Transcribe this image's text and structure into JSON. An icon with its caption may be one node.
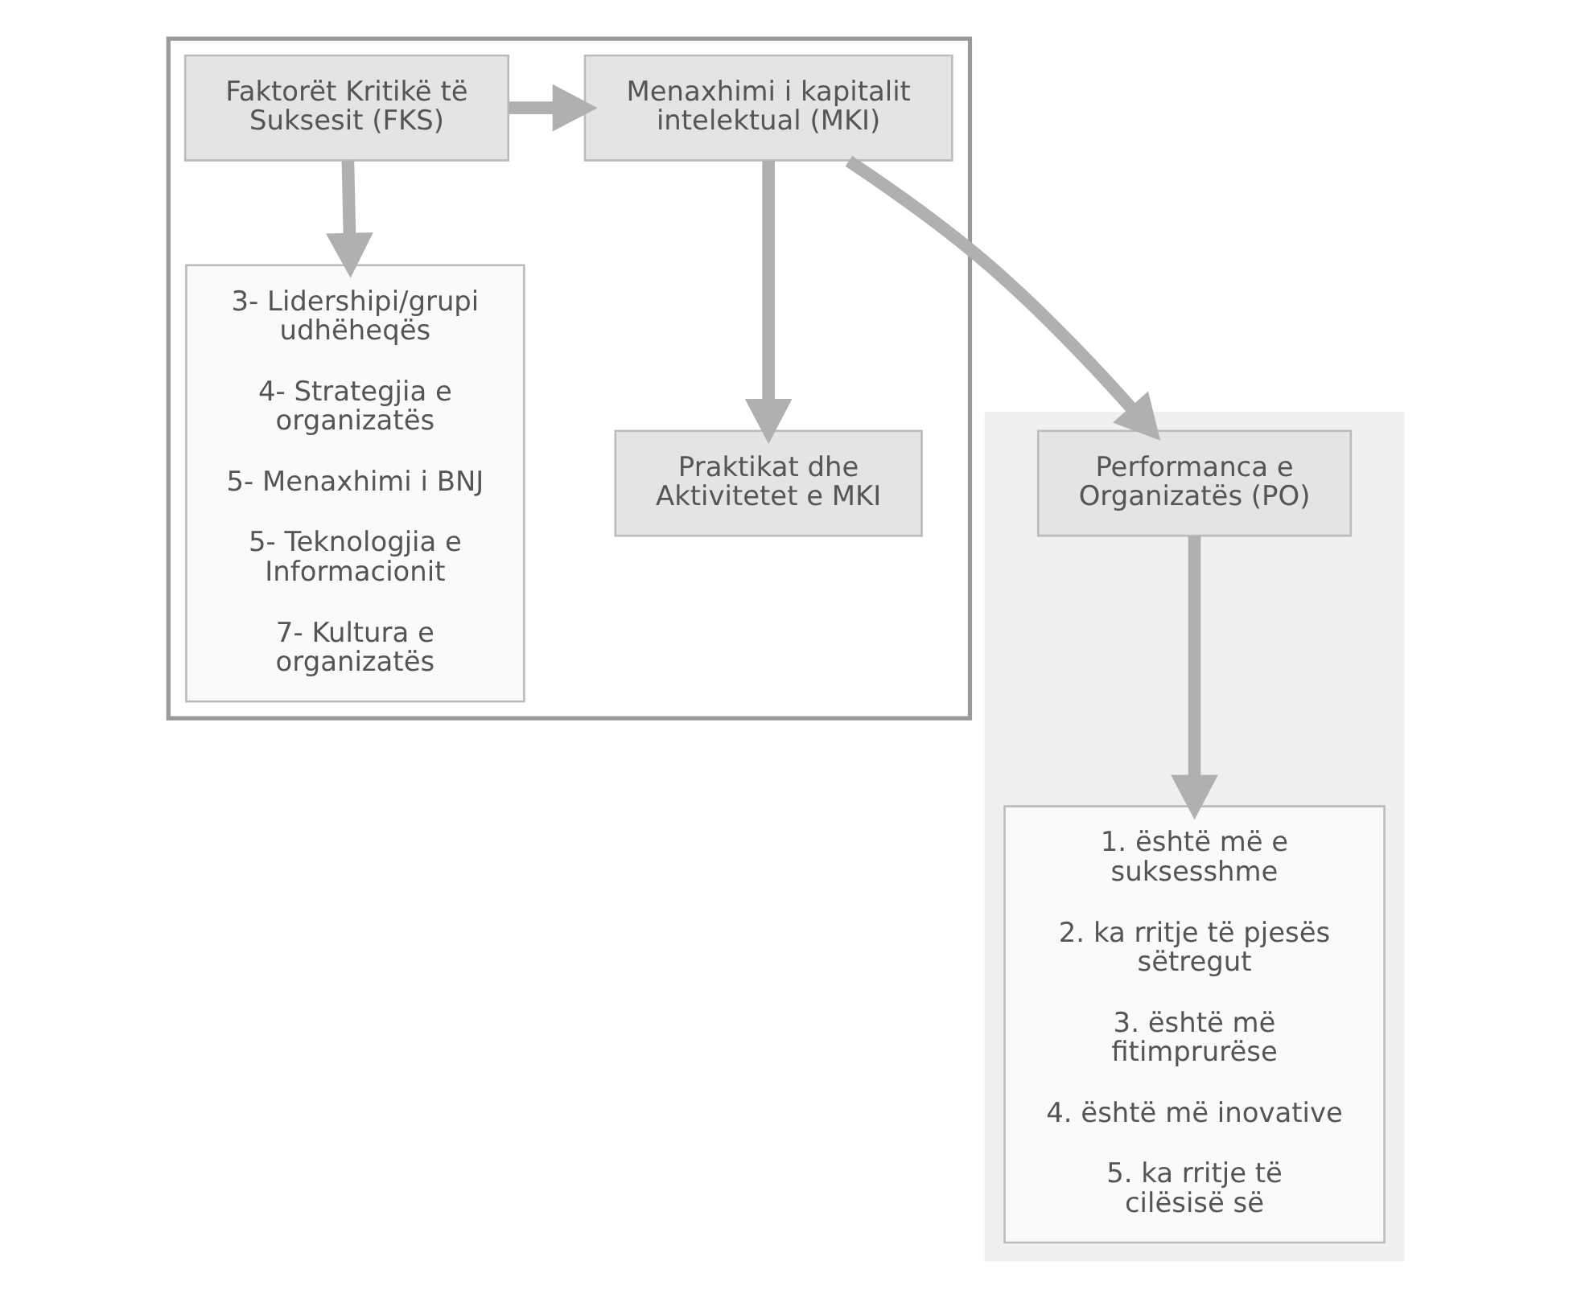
{
  "diagram": {
    "nodes": [
      {
        "text": [],
        "shape": "box"
      },
      {
        "text": [
          "Faktorët Kritikë të Suksesit (FKS)"
        ],
        "in": 0
      },
      {
        "text": [
          "Menaxhimi i kapitalit intelektual (MKI)"
        ],
        "in": 0
      },
      {
        "text": [
          "3- Lidershipi/grupi udhëheqës",
          "4- Strategjia e organizatës",
          "5- Menaxhimi i BNJ",
          "5- Teknologjia e Informacionit",
          "7- Kultura e organizatës"
        ],
        "in": 0
      },
      {
        "text": [
          "Praktikat dhe Aktivitetet e MKI"
        ],
        "in": 0
      },
      {
        "text": [],
        "shape": "box"
      },
      {
        "text": [
          "Performanca e Organizatës (PO)"
        ],
        "in": 5
      },
      {
        "text": [
          "1. është më e suksesshme",
          "2. ka rritje të pjesës sëtregut",
          "3. është më fitimprurëse",
          "4. është më inovative",
          "5. ka rritje të cilësisë së"
        ],
        "in": 5
      }
    ],
    "edges": [
      {
        "from": 1,
        "to": 2,
        "arrow": "to"
      },
      {
        "from": 2,
        "to": 6,
        "arrow": "to"
      },
      {
        "from": 1,
        "to": 3,
        "arrow": "to"
      },
      {
        "from": 2,
        "to": 4,
        "arrow": "to"
      },
      {
        "from": 6,
        "to": 7,
        "arrow": "to"
      }
    ]
  }
}
